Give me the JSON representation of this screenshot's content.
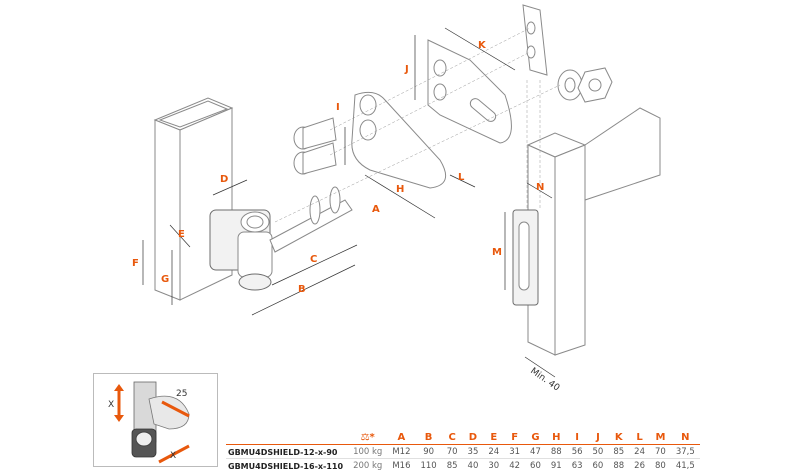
{
  "diagram": {
    "title": "Gate hinge exploded view",
    "dimension_labels": [
      "A",
      "B",
      "C",
      "D",
      "E",
      "F",
      "G",
      "H",
      "I",
      "J",
      "K",
      "L",
      "M",
      "N"
    ],
    "min_note": "Min. 40",
    "accent_color": "#e8580c"
  },
  "adjustment_thumbnail": {
    "labels": {
      "vertical": "X",
      "horizontal": "X",
      "angle": "25"
    }
  },
  "spec_table": {
    "load_icon": "weight-icon",
    "load_icon_glyph": "⚖*",
    "columns": [
      "A",
      "B",
      "C",
      "D",
      "E",
      "F",
      "G",
      "H",
      "I",
      "J",
      "K",
      "L",
      "M",
      "N"
    ],
    "rows": [
      {
        "model": "GBMU4DSHIELD-12-x-90",
        "load": "100 kg",
        "values": [
          "M12",
          "90",
          "70",
          "35",
          "24",
          "31",
          "47",
          "88",
          "56",
          "50",
          "85",
          "24",
          "70",
          "37,5"
        ]
      },
      {
        "model": "GBMU4DSHIELD-16-x-110",
        "load": "200 kg",
        "values": [
          "M16",
          "110",
          "85",
          "40",
          "30",
          "42",
          "60",
          "91",
          "63",
          "60",
          "88",
          "26",
          "80",
          "41,5"
        ]
      }
    ]
  }
}
